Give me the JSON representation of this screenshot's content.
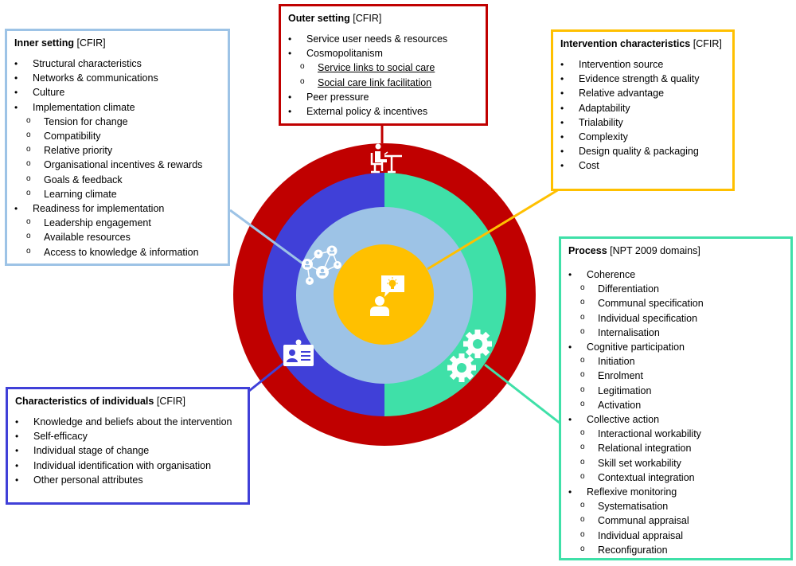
{
  "colors": {
    "outer_setting": "#c00000",
    "inner_setting": "#9dc3e6",
    "intervention": "#ffc000",
    "process": "#3fe0a8",
    "individuals": "#4040d8"
  },
  "circle": {
    "rings": [
      {
        "name": "outer-setting-ring",
        "icon": "person-at-desk-icon"
      },
      {
        "name": "individuals-half-ring",
        "icon": "id-badge-icon"
      },
      {
        "name": "process-half-ring",
        "icon": "gears-icon"
      },
      {
        "name": "inner-setting-ring",
        "icon": "network-people-icon"
      },
      {
        "name": "intervention-core",
        "icon": "person-idea-icon"
      }
    ]
  },
  "boxes": {
    "inner_setting": {
      "title": "Inner setting",
      "tag": "[CFIR]",
      "items": [
        {
          "level": 1,
          "text": "Structural characteristics"
        },
        {
          "level": 1,
          "text": "Networks & communications"
        },
        {
          "level": 1,
          "text": "Culture"
        },
        {
          "level": 1,
          "text": "Implementation climate"
        },
        {
          "level": 2,
          "text": "Tension for change"
        },
        {
          "level": 2,
          "text": "Compatibility"
        },
        {
          "level": 2,
          "text": "Relative priority"
        },
        {
          "level": 2,
          "text": "Organisational incentives & rewards"
        },
        {
          "level": 2,
          "text": "Goals & feedback"
        },
        {
          "level": 2,
          "text": "Learning climate"
        },
        {
          "level": 1,
          "text": "Readiness for implementation"
        },
        {
          "level": 2,
          "text": "Leadership engagement"
        },
        {
          "level": 2,
          "text": "Available resources"
        },
        {
          "level": 2,
          "text": "Access to knowledge & information"
        }
      ]
    },
    "outer_setting": {
      "title": "Outer setting",
      "tag": "[CFIR]",
      "items": [
        {
          "level": 1,
          "text": "Service user needs & resources"
        },
        {
          "level": 1,
          "text": "Cosmopolitanism"
        },
        {
          "level": 2,
          "text": "Service links to social care",
          "underline": true
        },
        {
          "level": 2,
          "text": "Social care link facilitation",
          "underline": true
        },
        {
          "level": 1,
          "text": "Peer pressure"
        },
        {
          "level": 1,
          "text": "External policy & incentives"
        }
      ]
    },
    "intervention": {
      "title": "Intervention characteristics",
      "tag": "[CFIR]",
      "items": [
        {
          "level": 1,
          "text": "Intervention source"
        },
        {
          "level": 1,
          "text": "Evidence strength & quality"
        },
        {
          "level": 1,
          "text": "Relative advantage"
        },
        {
          "level": 1,
          "text": "Adaptability"
        },
        {
          "level": 1,
          "text": "Trialability"
        },
        {
          "level": 1,
          "text": "Complexity"
        },
        {
          "level": 1,
          "text": "Design quality & packaging"
        },
        {
          "level": 1,
          "text": "Cost"
        }
      ]
    },
    "process": {
      "title": "Process",
      "tag": "[NPT 2009 domains]",
      "items": [
        {
          "level": 1,
          "text": "Coherence"
        },
        {
          "level": 2,
          "text": "Differentiation"
        },
        {
          "level": 2,
          "text": "Communal specification"
        },
        {
          "level": 2,
          "text": "Individual specification"
        },
        {
          "level": 2,
          "text": "Internalisation"
        },
        {
          "level": 1,
          "text": "Cognitive participation"
        },
        {
          "level": 2,
          "text": "Initiation"
        },
        {
          "level": 2,
          "text": "Enrolment"
        },
        {
          "level": 2,
          "text": "Legitimation"
        },
        {
          "level": 2,
          "text": "Activation"
        },
        {
          "level": 1,
          "text": "Collective action"
        },
        {
          "level": 2,
          "text": "Interactional workability"
        },
        {
          "level": 2,
          "text": "Relational integration"
        },
        {
          "level": 2,
          "text": "Skill set workability"
        },
        {
          "level": 2,
          "text": "Contextual integration"
        },
        {
          "level": 1,
          "text": "Reflexive monitoring"
        },
        {
          "level": 2,
          "text": "Systematisation"
        },
        {
          "level": 2,
          "text": "Communal appraisal"
        },
        {
          "level": 2,
          "text": "Individual appraisal"
        },
        {
          "level": 2,
          "text": "Reconfiguration"
        }
      ]
    },
    "individuals": {
      "title": "Characteristics of individuals",
      "tag": "[CFIR]",
      "items": [
        {
          "level": 1,
          "text": "Knowledge and beliefs about the intervention"
        },
        {
          "level": 1,
          "text": "Self-efficacy"
        },
        {
          "level": 1,
          "text": "Individual stage of change"
        },
        {
          "level": 1,
          "text": "Individual identification with organisation"
        },
        {
          "level": 1,
          "text": "Other personal attributes"
        }
      ]
    }
  }
}
